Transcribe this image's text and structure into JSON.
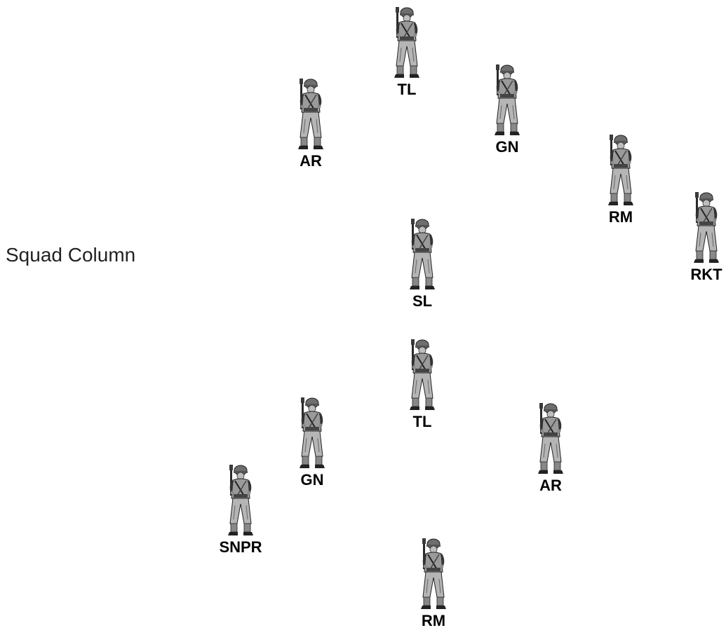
{
  "diagram": {
    "title": "Squad Column",
    "figure_icon": "soldier-figure-icon",
    "soldiers": [
      {
        "id": "tl-top",
        "label": "TL"
      },
      {
        "id": "ar-left-top",
        "label": "AR"
      },
      {
        "id": "gn-right-top",
        "label": "GN"
      },
      {
        "id": "rm-right-top",
        "label": "RM"
      },
      {
        "id": "rkt",
        "label": "RKT"
      },
      {
        "id": "sl",
        "label": "SL"
      },
      {
        "id": "tl-bottom",
        "label": "TL"
      },
      {
        "id": "gn-left-bottom",
        "label": "GN"
      },
      {
        "id": "ar-right-bottom",
        "label": "AR"
      },
      {
        "id": "snpr",
        "label": "SNPR"
      },
      {
        "id": "rm-bottom",
        "label": "RM"
      }
    ]
  }
}
